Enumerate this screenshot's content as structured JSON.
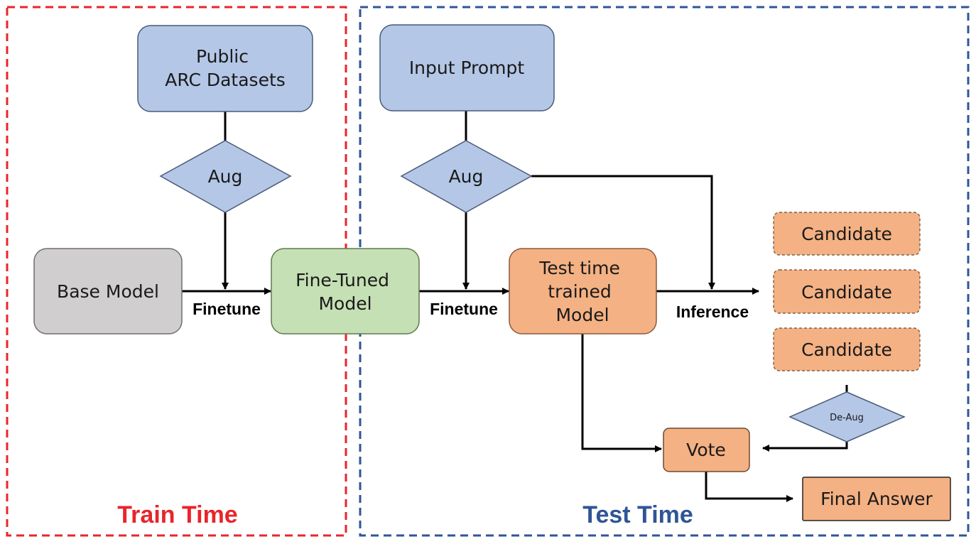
{
  "colors": {
    "train_border": "#e8252b",
    "test_border": "#2f5597",
    "input_fill": "#b4c7e7",
    "base_fill": "#d0cece",
    "finetuned_fill": "#c5e0b4",
    "orange_fill": "#f4b183"
  },
  "regions": {
    "train": "Train Time",
    "test": "Test Time"
  },
  "nodes": {
    "public_datasets": [
      "Public",
      "ARC Datasets"
    ],
    "aug_train": "Aug",
    "base_model": "Base Model",
    "finetuned_model": [
      "Fine-Tuned",
      "Model"
    ],
    "input_prompt": "Input Prompt",
    "aug_test": "Aug",
    "ttt_model": [
      "Test time",
      "trained",
      "Model"
    ],
    "candidates": [
      "Candidate",
      "Candidate",
      "Candidate"
    ],
    "de_aug": "De-Aug",
    "vote": "Vote",
    "final_answer": "Final Answer"
  },
  "edges": {
    "finetune_1": "Finetune",
    "finetune_2": "Finetune",
    "inference": "Inference"
  }
}
